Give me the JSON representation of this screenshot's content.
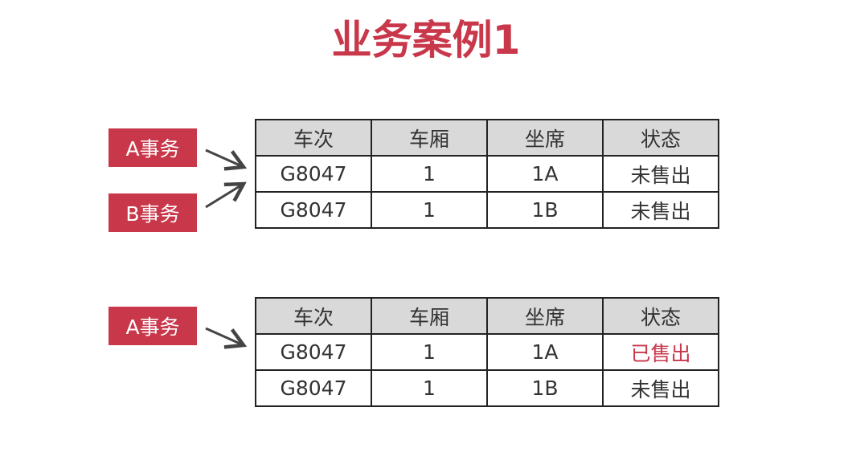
{
  "title": "业务案例1",
  "colors": {
    "accent": "#c8374a",
    "header_bg": "#d9d9d9"
  },
  "scenario1": {
    "transactions": [
      "A事务",
      "B事务"
    ],
    "headers": [
      "车次",
      "车厢",
      "坐席",
      "状态"
    ],
    "rows": [
      [
        "G8047",
        "1",
        "1A",
        "未售出"
      ],
      [
        "G8047",
        "1",
        "1B",
        "未售出"
      ]
    ]
  },
  "scenario2": {
    "transactions": [
      "A事务"
    ],
    "headers": [
      "车次",
      "车厢",
      "坐席",
      "状态"
    ],
    "rows": [
      [
        "G8047",
        "1",
        "1A",
        "已售出"
      ],
      [
        "G8047",
        "1",
        "1B",
        "未售出"
      ]
    ]
  }
}
